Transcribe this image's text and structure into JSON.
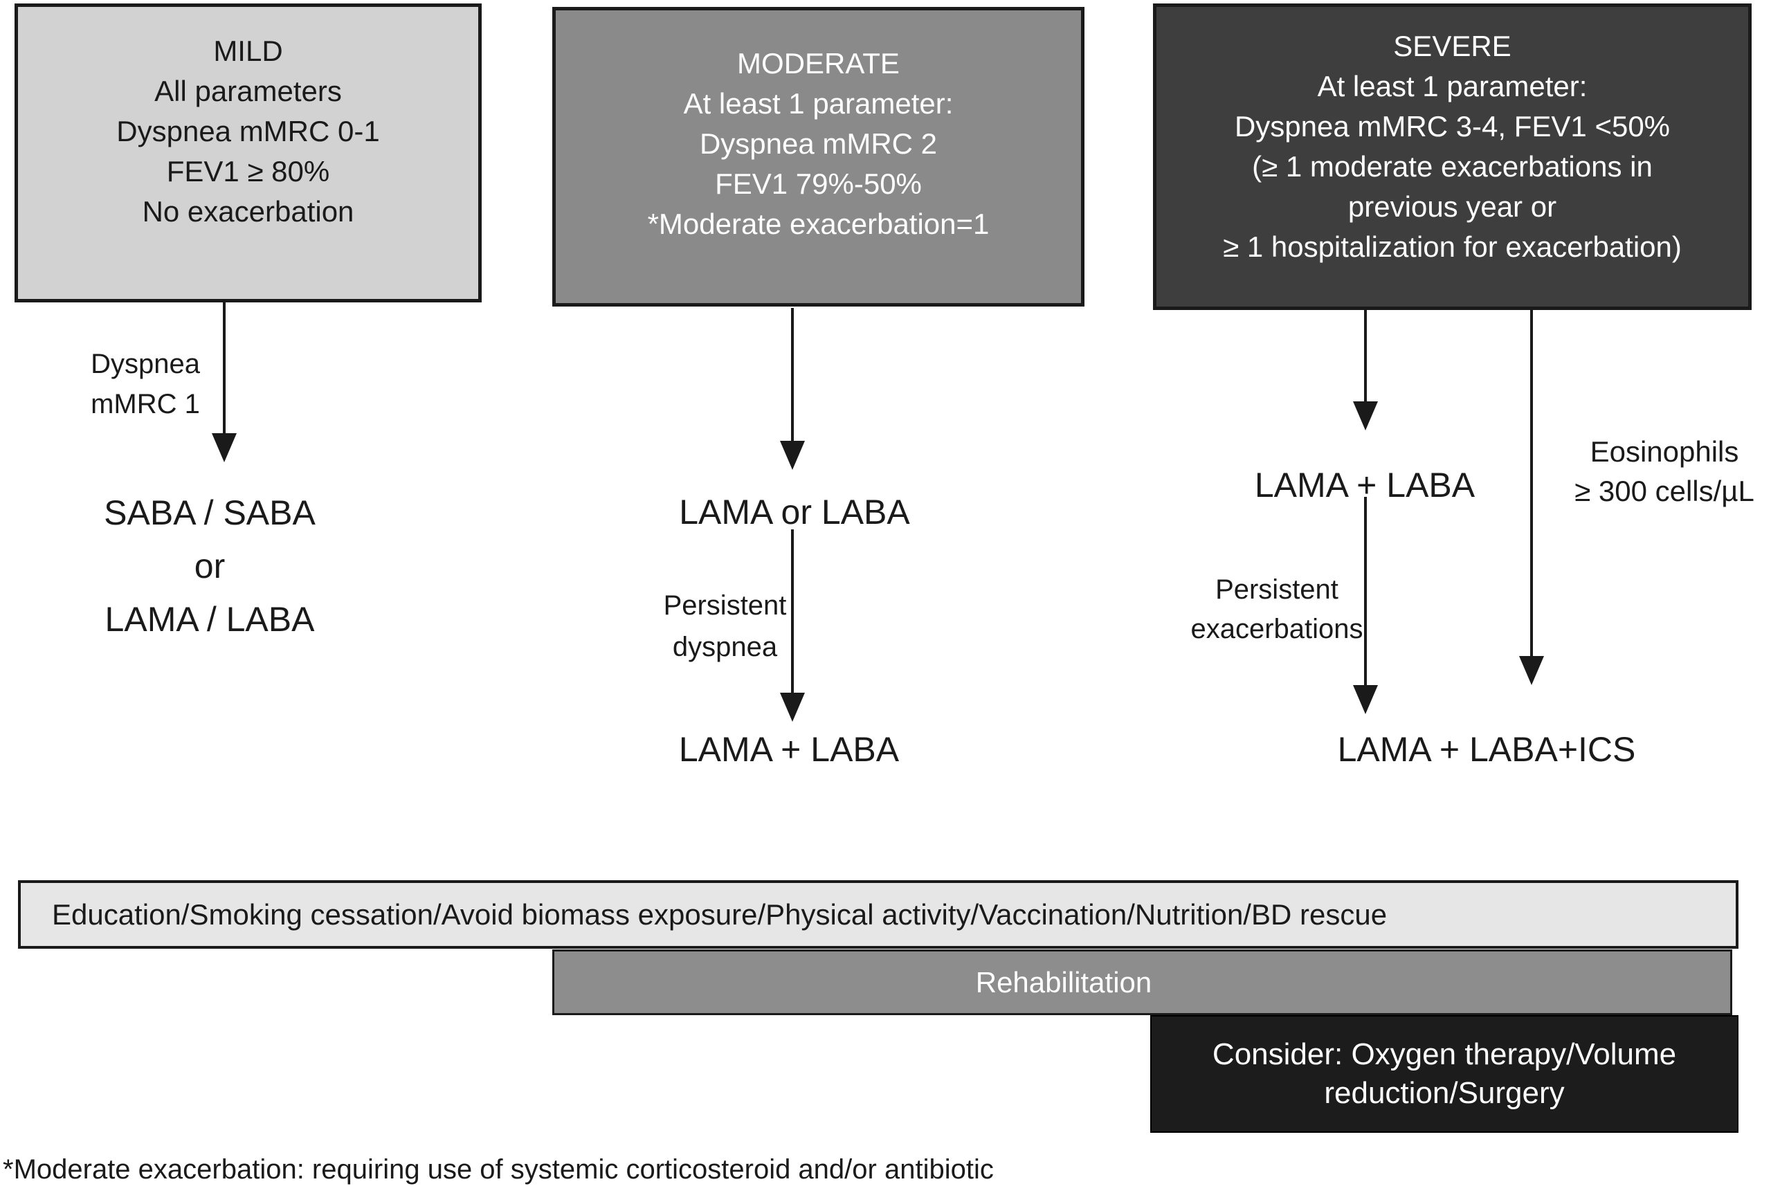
{
  "figure": {
    "background": "#ffffff",
    "ink_color": "#1a1a1a",
    "footnote": "*Moderate exacerbation: requiring use of systemic corticosteroid and/or antibiotic"
  },
  "severity_boxes": {
    "mild": {
      "fill": "#d2d2d2",
      "text_color": "#1a1a1a",
      "lines": [
        "MILD",
        "All parameters",
        "Dyspnea mMRC 0-1",
        "FEV1 ≥ 80%",
        "No exacerbation"
      ]
    },
    "moderate": {
      "fill": "#8a8a8a",
      "text_color": "#ffffff",
      "lines": [
        "MODERATE",
        "At least 1 parameter:",
        "Dyspnea mMRC 2",
        "FEV1 79%-50%",
        "*Moderate exacerbation=1"
      ]
    },
    "severe": {
      "fill": "#3e3e3e",
      "text_color": "#ffffff",
      "lines": [
        "SEVERE",
        "At least 1 parameter:",
        "Dyspnea mMRC 3-4, FEV1 <50%",
        "(≥ 1 moderate exacerbations in",
        "previous year or",
        "≥ 1 hospitalization for exacerbation)"
      ]
    }
  },
  "pathways": {
    "mild": {
      "arrow_label": [
        "Dyspnea",
        "mMRC 1"
      ],
      "treatment_lines": [
        "SABA / SABA",
        "or",
        "LAMA / LABA"
      ]
    },
    "moderate": {
      "step1": "LAMA or LABA",
      "arrow_label": [
        "Persistent",
        "dyspnea"
      ],
      "step2": "LAMA + LABA"
    },
    "severe": {
      "step1": "LAMA + LABA",
      "arrow_label": [
        "Persistent",
        "exacerbations"
      ],
      "eosinophils_label": [
        "Eosinophils",
        "≥ 300 cells/µL"
      ],
      "step2": "LAMA + LABA+ICS"
    }
  },
  "base_bars": {
    "education": {
      "label": "Education/Smoking cessation/Avoid biomass exposure/Physical activity/Vaccination/Nutrition/BD rescue",
      "fill": "#e6e6e6",
      "text_color": "#1a1a1a"
    },
    "rehabilitation": {
      "label": "Rehabilitation",
      "fill": "#8d8d8d",
      "text_color": "#ffffff"
    },
    "consider": {
      "lines": [
        "Consider: Oxygen therapy/Volume",
        "reduction/Surgery"
      ],
      "fill": "#1c1c1c",
      "text_color": "#ffffff"
    }
  }
}
